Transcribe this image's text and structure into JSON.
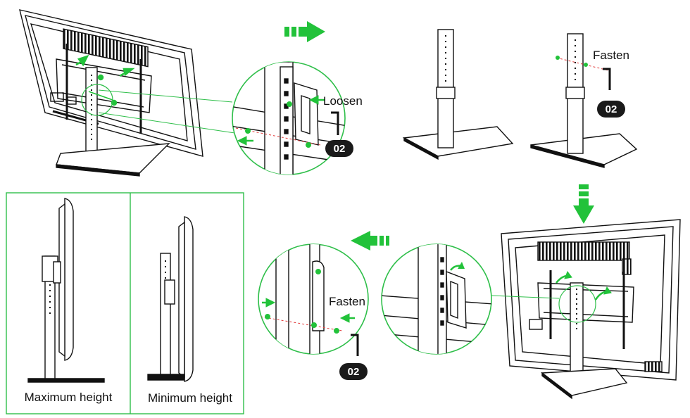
{
  "colors": {
    "accent": "#22c23a",
    "line": "#111111",
    "callout": "#2fbf4a",
    "badge": "#1a1a1a"
  },
  "labels": {
    "loosen": "Loosen",
    "fasten_top": "Fasten",
    "fasten_bottom": "Fasten",
    "max_height": "Maximum height",
    "min_height": "Minimum height"
  },
  "badges": {
    "wrench_size_1": "02",
    "wrench_size_2": "02",
    "wrench_size_3": "02"
  },
  "icons": [
    "arrow-right-icon",
    "arrow-down-icon",
    "arrow-left-icon",
    "hex-key-icon"
  ]
}
